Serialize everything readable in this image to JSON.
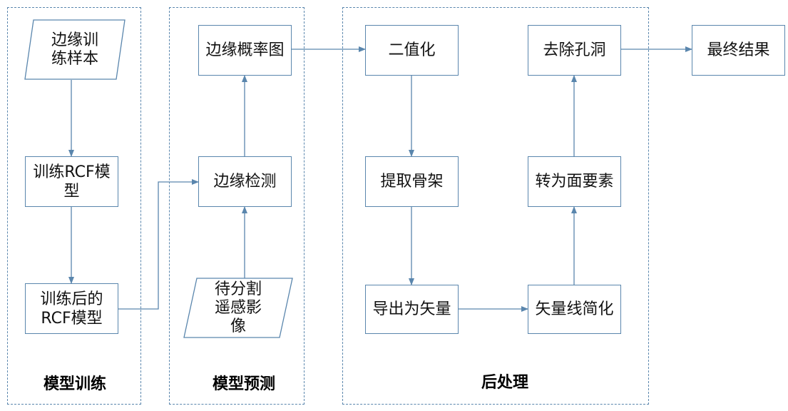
{
  "groups": {
    "training": "模型训练",
    "prediction": "模型预测",
    "postprocess": "后处理"
  },
  "nodes": {
    "samples": "边缘训练样本",
    "train_rcf": "训练RCF模型",
    "trained_rcf": "训练后的RCF模型",
    "edge_prob": "边缘概率图",
    "edge_detect": "边缘检测",
    "input_image": "待分割遥感影像",
    "binarize": "二值化",
    "skeleton": "提取骨架",
    "export_vector": "导出为矢量",
    "simplify": "矢量线简化",
    "to_polygon": "转为面要素",
    "remove_holes": "去除孔洞",
    "final": "最终结果"
  },
  "colors": {
    "stroke": "#5a86ad"
  }
}
